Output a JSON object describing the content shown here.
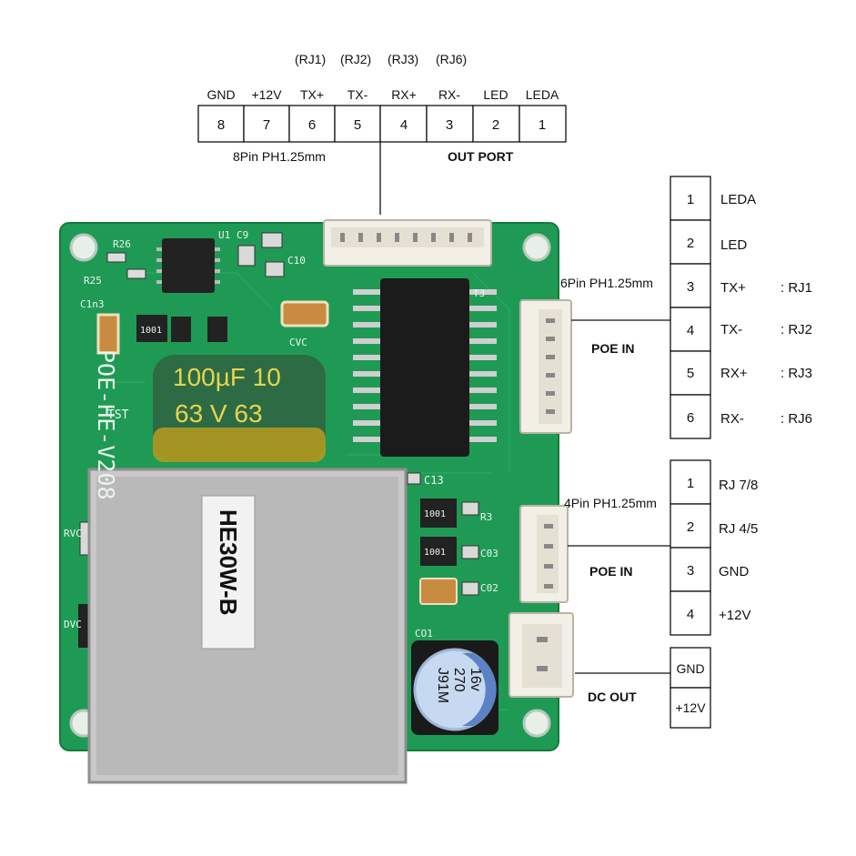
{
  "out_port": {
    "title": "OUT PORT",
    "connector_label": "8Pin PH1.25mm",
    "rj_tags": [
      "(RJ1)",
      "(RJ2)",
      "(RJ3)",
      "(RJ6)"
    ],
    "pins": [
      {
        "name": "GND",
        "num": "8"
      },
      {
        "name": "+12V",
        "num": "7"
      },
      {
        "name": "TX+",
        "num": "6"
      },
      {
        "name": "TX-",
        "num": "5"
      },
      {
        "name": "RX+",
        "num": "4"
      },
      {
        "name": "RX-",
        "num": "3"
      },
      {
        "name": "LED",
        "num": "2"
      },
      {
        "name": "LEDA",
        "num": "1"
      }
    ]
  },
  "poe_in_6pin": {
    "title": "POE IN",
    "connector_label": "6Pin PH1.25mm",
    "pins": [
      {
        "num": "1",
        "name": "LEDA",
        "rj": ""
      },
      {
        "num": "2",
        "name": "LED",
        "rj": ""
      },
      {
        "num": "3",
        "name": "TX+",
        "rj": ": RJ1"
      },
      {
        "num": "4",
        "name": "TX-",
        "rj": ": RJ2"
      },
      {
        "num": "5",
        "name": "RX+",
        "rj": ": RJ3"
      },
      {
        "num": "6",
        "name": "RX-",
        "rj": ": RJ6"
      }
    ]
  },
  "poe_in_4pin": {
    "title": "POE IN",
    "connector_label": "4Pin PH1.25mm",
    "pins": [
      {
        "num": "1",
        "name": "RJ 7/8"
      },
      {
        "num": "2",
        "name": "RJ 4/5"
      },
      {
        "num": "3",
        "name": "GND"
      },
      {
        "num": "4",
        "name": "+12V"
      }
    ]
  },
  "dc_out": {
    "title": "DC OUT",
    "pins": [
      "GND",
      "+12V"
    ]
  },
  "board": {
    "silkscreen": "POE-HE-V208",
    "module_label": "HE30W-B",
    "cap_big_line1": "100µF  10",
    "cap_big_line2": "63  V   63",
    "cap_small_line1": "J91M",
    "cap_small_line2": "270",
    "cap_small_line3": "16v",
    "refs": [
      "R26",
      "U1",
      "C9",
      "C10",
      "R25",
      "C1n3",
      "CVC",
      "T3",
      "TST",
      "C13",
      "R3",
      "C03",
      "C02",
      "CO1",
      "RVC",
      "DVC"
    ],
    "resistor_codes": [
      "1001",
      "1001",
      "1001"
    ],
    "colors": {
      "pcb": "#1f9a55",
      "pcb_dark": "#157a40",
      "cap_big": "#2d6b45",
      "cap_small": "#c7d9f0"
    }
  }
}
